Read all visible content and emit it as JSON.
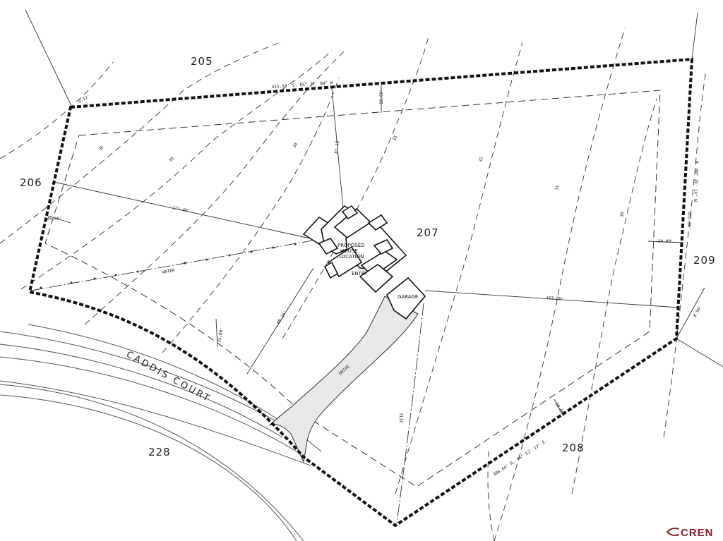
{
  "lots": {
    "north": "205",
    "west": "206",
    "subject": "207",
    "east": "209",
    "south": "208",
    "southwest": "228"
  },
  "street": "CADDIS COURT",
  "building": {
    "label_line1": "PROPOSED",
    "label_line2": "HOUSE",
    "label_line3": "LOCATION",
    "entry": "ENTRY",
    "garage": "GARAGE"
  },
  "annotations": {
    "north_bearing": "415.19'  S. 85° 37' 04\" W",
    "north_setback": "20.00'",
    "east_bearing": "N. 00° 19' 14\" W.",
    "east_length": "165.28'",
    "east_setback": "20.00'",
    "south_bearing": "306.64'  N. 56° 12' 17\" E.",
    "south_setback": "10.00'",
    "west_setback": "20.00'",
    "dist_west": "171.40'",
    "dist_east": "163.80'",
    "dist_north": "87.18'",
    "dist_south": "88.26'",
    "dist_front": "25.00'",
    "water": "WATER",
    "drive": "DRIVE",
    "elec": "ELEC",
    "corner_ne": "9.12'",
    "corner_se": "8.50'"
  },
  "contour_labels": [
    "30",
    "31",
    "32",
    "33",
    "34",
    "35",
    "36"
  ],
  "logo": {
    "text": "CREN",
    "color": "#8a1c22"
  }
}
